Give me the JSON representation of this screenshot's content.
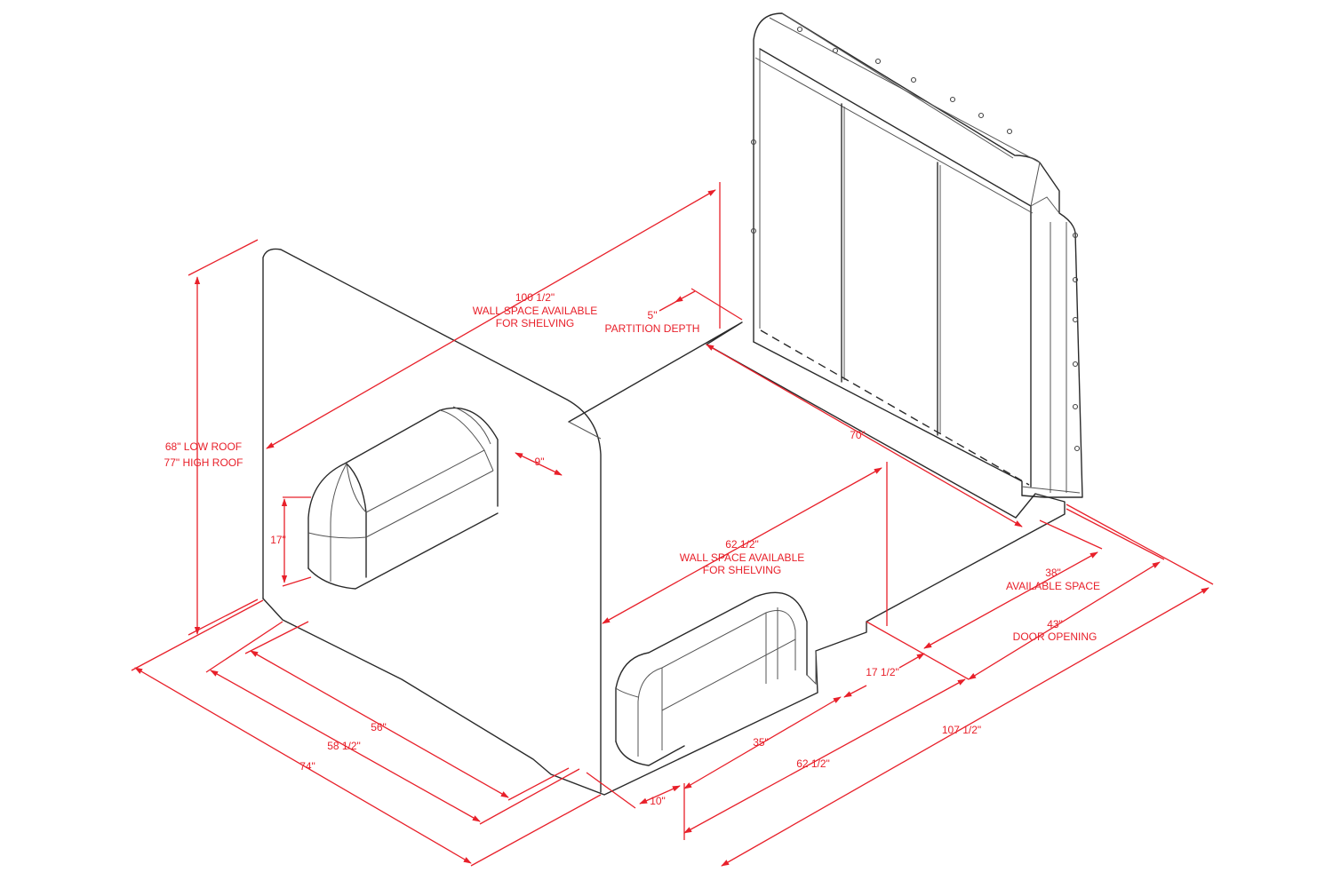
{
  "colors": {
    "dimension": "#e8202a",
    "outline": "#2a2a2a",
    "background": "#ffffff"
  },
  "labels": {
    "height_low": "68\" LOW ROOF",
    "height_high": "77\" HIGH ROOF",
    "wall_left_value": "100 1/2\"",
    "wall_left_l1": "WALL SPACE AVAILABLE",
    "wall_left_l2": "FOR SHELVING",
    "partition_value": "5\"",
    "partition_label": "PARTITION DEPTH",
    "depth_70": "70\"",
    "wheelwell_9": "9\"",
    "wheelwell_17": "17\"",
    "wall_right_value": "62 1/2\"",
    "wall_right_l1": "WALL SPACE AVAILABLE",
    "wall_right_l2": "FOR SHELVING",
    "available_value": "38\"",
    "available_label": "AVAILABLE SPACE",
    "door_value": "43\"",
    "door_label": "DOOR OPENING",
    "gap_17_half": "17 1/2\"",
    "len_107_half": "107 1/2\"",
    "len_62_half": "62 1/2\"",
    "len_35": "35\"",
    "len_10": "10\"",
    "width_56": "56\"",
    "width_58_half": "58 1/2\"",
    "width_74": "74\""
  }
}
